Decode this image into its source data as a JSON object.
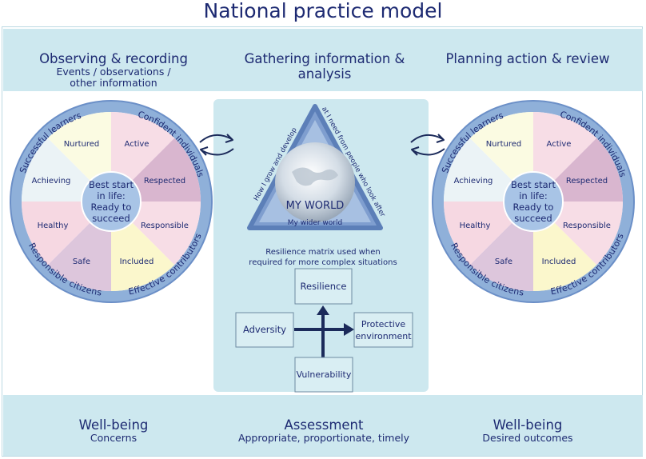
{
  "page_title": "National practice model",
  "top_band": {
    "left": {
      "title": "Observing & recording",
      "subtitle_line1": "Events / observations /",
      "subtitle_line2": "other information"
    },
    "center": {
      "title_line1": "Gathering information &",
      "title_line2": "analysis"
    },
    "right": {
      "title": "Planning action & review"
    }
  },
  "wheel": {
    "center_line1": "Best start",
    "center_line2": "in life:",
    "center_line3": "Ready to",
    "center_line4": "succeed",
    "segments": [
      "Active",
      "Respected",
      "Responsible",
      "Included",
      "Safe",
      "Healthy",
      "Achieving",
      "Nurtured"
    ],
    "ring_labels": [
      "Successful learners",
      "Confident individuals",
      "Effective contributors",
      "Responsible citizens"
    ],
    "colors": {
      "ring": "#8fb0d9",
      "ring_border": "#6b8fc7",
      "hub": "#a8c4e6",
      "text": "#1d2a72"
    }
  },
  "my_world": {
    "title": "MY WORLD",
    "subtitle": "My wider world",
    "left_side": "How I grow and develop",
    "right_side": "What I need from people who look after me"
  },
  "resilience": {
    "caption_line1": "Resilience matrix used when",
    "caption_line2": "required for more complex situations",
    "top": "Resilience",
    "left": "Adversity",
    "right_line1": "Protective",
    "right_line2": "environment",
    "bottom": "Vulnerability"
  },
  "bottom_band": {
    "left": {
      "title": "Well-being",
      "subtitle": "Concerns"
    },
    "center": {
      "title": "Assessment",
      "subtitle": "Appropriate, proportionate, timely"
    },
    "right": {
      "title": "Well-being",
      "subtitle": "Desired outcomes"
    }
  },
  "colors": {
    "band": "#cde8ef",
    "panel": "#cde8ef",
    "title": "#1d2a72",
    "dark_arrow": "#1b2a5a"
  }
}
